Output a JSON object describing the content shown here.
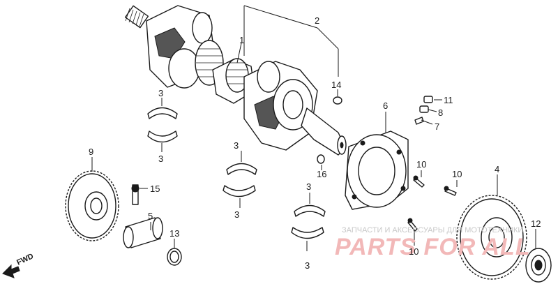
{
  "callouts": [
    {
      "id": "c-1",
      "text": "1"
    },
    {
      "id": "c-2",
      "text": "2"
    },
    {
      "id": "c-14",
      "text": "14"
    },
    {
      "id": "c-3a",
      "text": "3"
    },
    {
      "id": "c-3b",
      "text": "3"
    },
    {
      "id": "c-3c",
      "text": "3"
    },
    {
      "id": "c-3d",
      "text": "3"
    },
    {
      "id": "c-3e",
      "text": "3"
    },
    {
      "id": "c-3f",
      "text": "3"
    },
    {
      "id": "c-6",
      "text": "6"
    },
    {
      "id": "c-11",
      "text": "11"
    },
    {
      "id": "c-8",
      "text": "8"
    },
    {
      "id": "c-7",
      "text": "7"
    },
    {
      "id": "c-16",
      "text": "16"
    },
    {
      "id": "c-9",
      "text": "9"
    },
    {
      "id": "c-15",
      "text": "15"
    },
    {
      "id": "c-5",
      "text": "5"
    },
    {
      "id": "c-13",
      "text": "13"
    },
    {
      "id": "c-10a",
      "text": "10"
    },
    {
      "id": "c-10b",
      "text": "10"
    },
    {
      "id": "c-10c",
      "text": "10"
    },
    {
      "id": "c-4",
      "text": "4"
    },
    {
      "id": "c-12",
      "text": "12"
    }
  ],
  "fwd_label": "FWD",
  "watermark": {
    "line1": "ЗАПЧАСТИ И АКСЕССУАРЫ ДЛЯ МОТОТЕХНИКИ",
    "line2": "PARTS FOR ALL"
  }
}
